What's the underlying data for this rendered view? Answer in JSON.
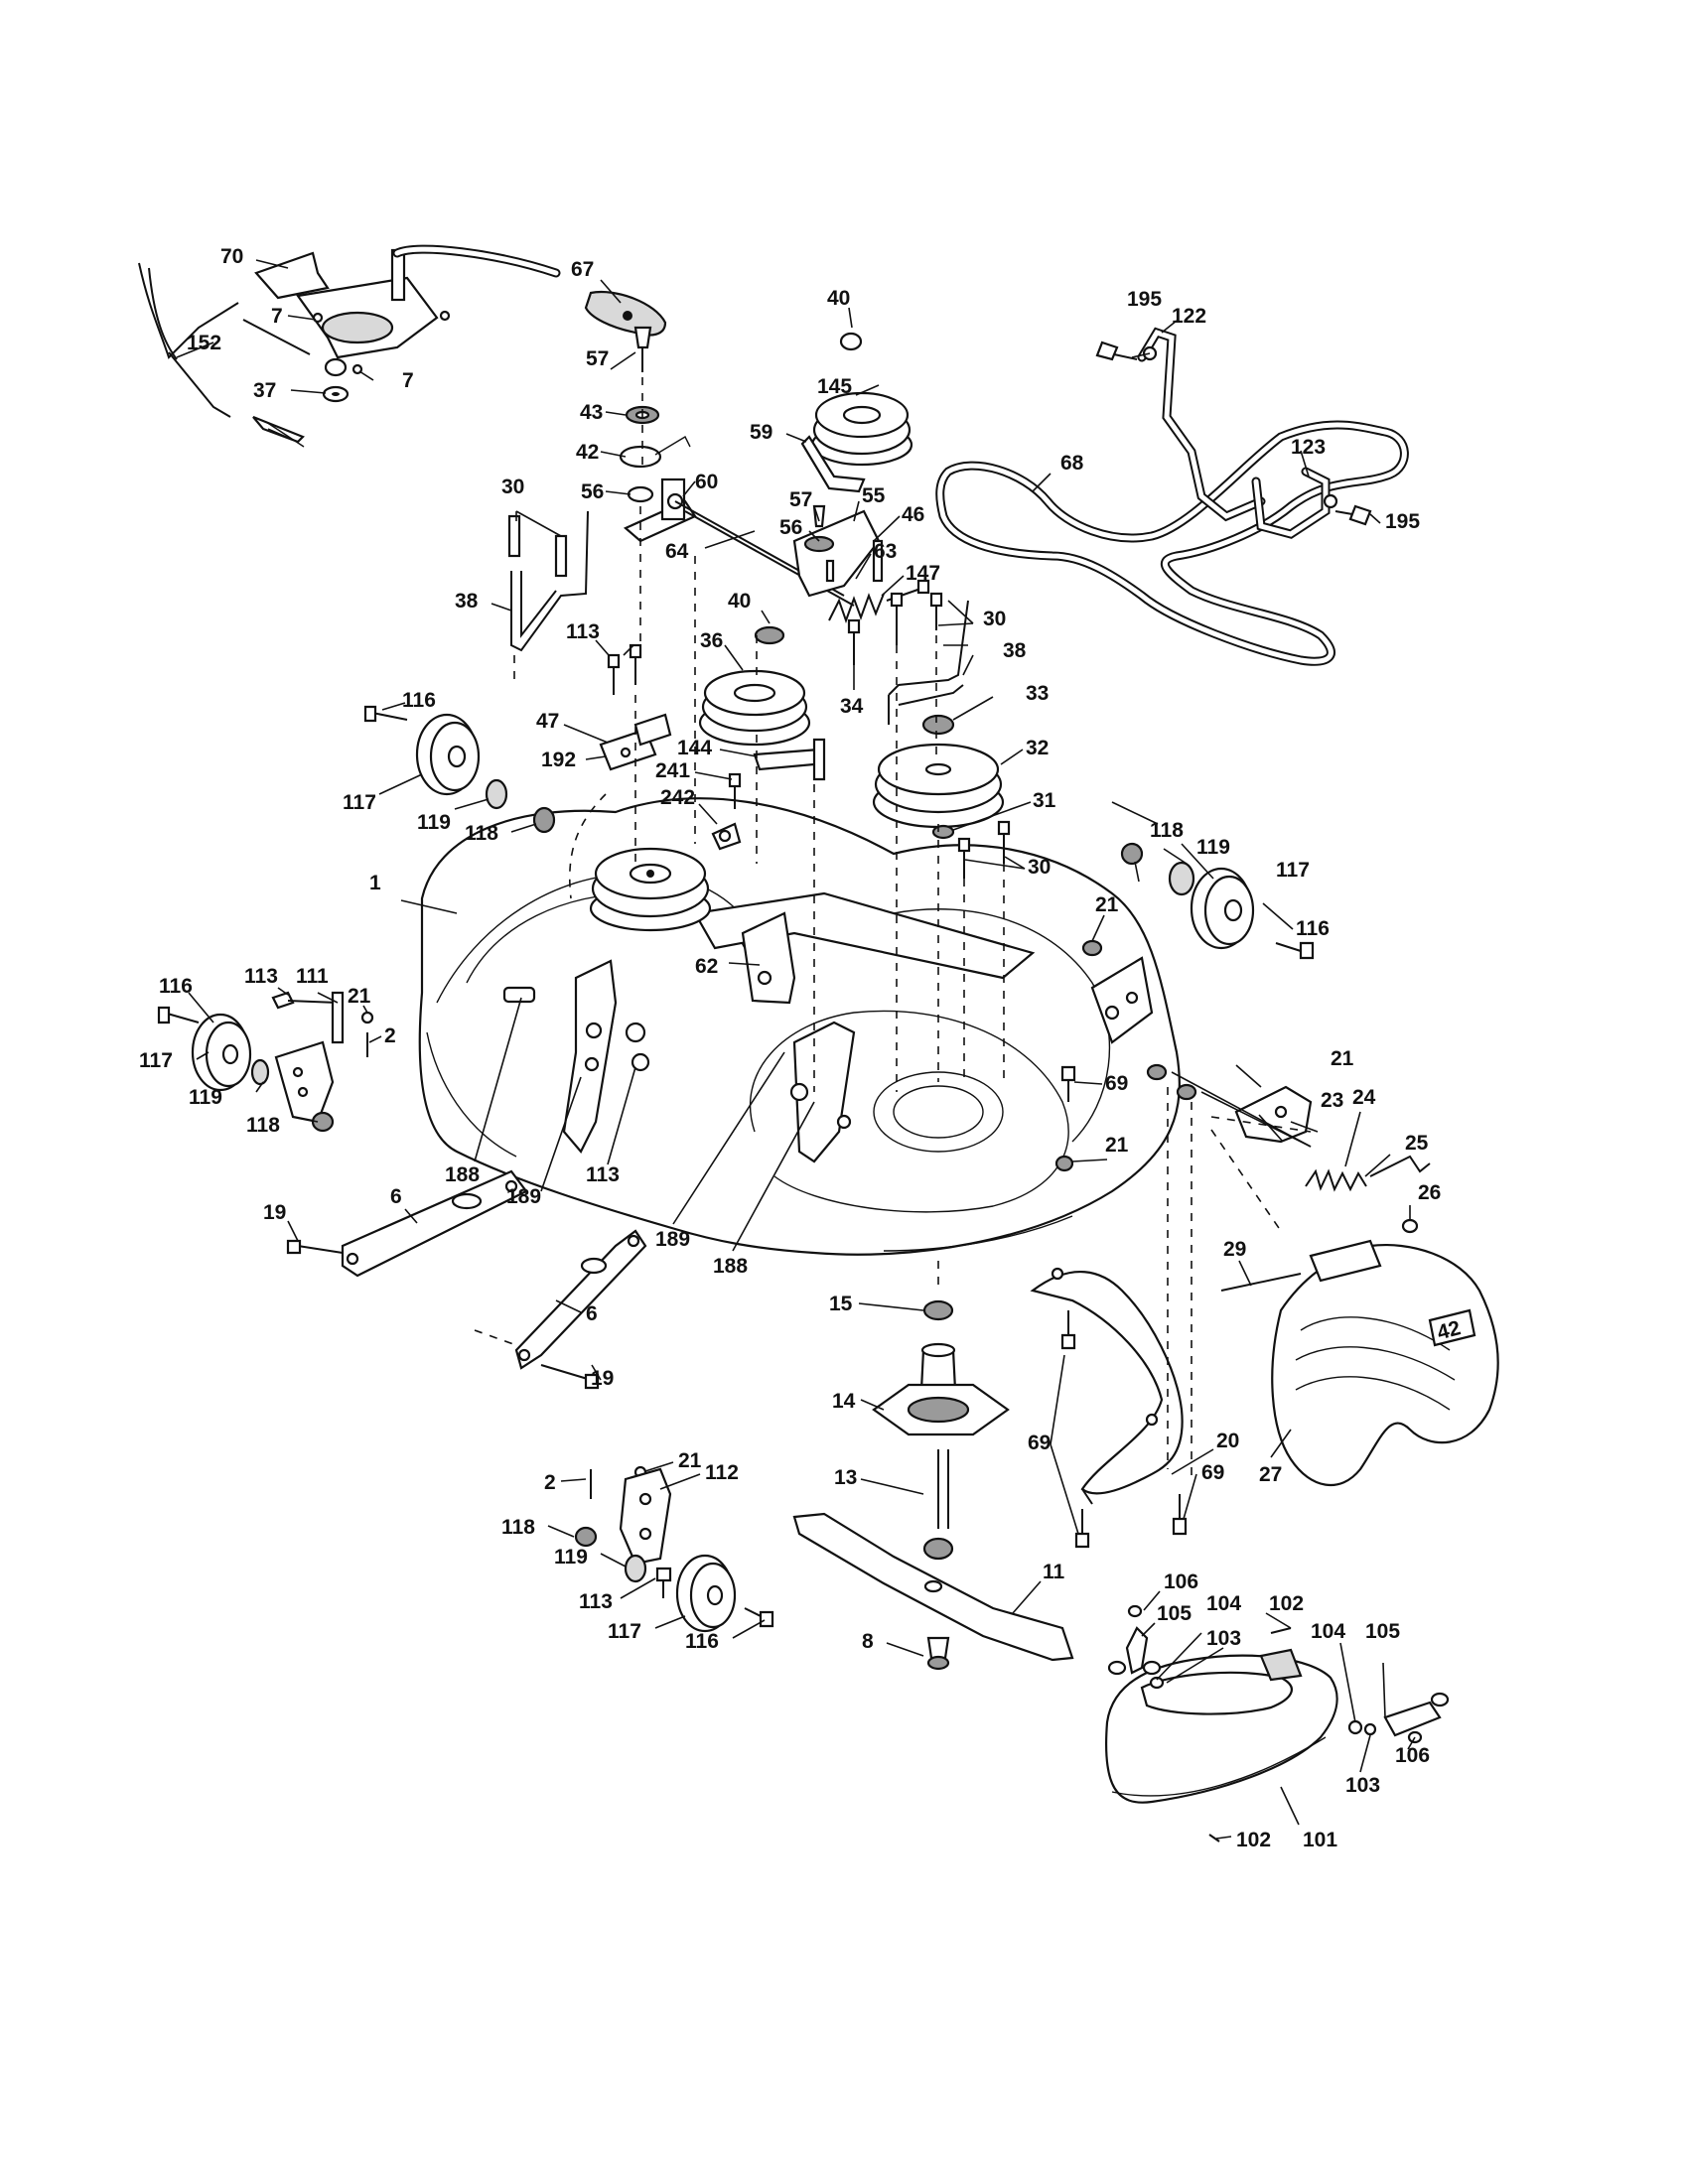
{
  "callouts": [
    {
      "id": "c70",
      "text": "70"
    },
    {
      "id": "c67",
      "text": "67"
    },
    {
      "id": "c7a",
      "text": "7"
    },
    {
      "id": "c7b",
      "text": "7"
    },
    {
      "id": "c152",
      "text": "152"
    },
    {
      "id": "c37",
      "text": "37"
    },
    {
      "id": "c40a",
      "text": "40"
    },
    {
      "id": "c145",
      "text": "145"
    },
    {
      "id": "c57a",
      "text": "57"
    },
    {
      "id": "c43",
      "text": "43"
    },
    {
      "id": "c42",
      "text": "42"
    },
    {
      "id": "c56a",
      "text": "56"
    },
    {
      "id": "c60",
      "text": "60"
    },
    {
      "id": "c59",
      "text": "59"
    },
    {
      "id": "c57b",
      "text": "57"
    },
    {
      "id": "c55",
      "text": "55"
    },
    {
      "id": "c56b",
      "text": "56"
    },
    {
      "id": "c46",
      "text": "46"
    },
    {
      "id": "c64",
      "text": "64"
    },
    {
      "id": "c63",
      "text": "63"
    },
    {
      "id": "c147",
      "text": "147"
    },
    {
      "id": "c30a",
      "text": "30"
    },
    {
      "id": "c38a",
      "text": "38"
    },
    {
      "id": "c113a",
      "text": "113"
    },
    {
      "id": "c40b",
      "text": "40"
    },
    {
      "id": "c36",
      "text": "36"
    },
    {
      "id": "c30b",
      "text": "30"
    },
    {
      "id": "c38b",
      "text": "38"
    },
    {
      "id": "c34",
      "text": "34"
    },
    {
      "id": "c33",
      "text": "33"
    },
    {
      "id": "c116a",
      "text": "116"
    },
    {
      "id": "c47",
      "text": "47"
    },
    {
      "id": "c192",
      "text": "192"
    },
    {
      "id": "c144",
      "text": "144"
    },
    {
      "id": "c32",
      "text": "32"
    },
    {
      "id": "c241",
      "text": "241"
    },
    {
      "id": "c117a",
      "text": "117"
    },
    {
      "id": "c119a",
      "text": "119"
    },
    {
      "id": "c118a",
      "text": "118"
    },
    {
      "id": "c242",
      "text": "242"
    },
    {
      "id": "c31",
      "text": "31"
    },
    {
      "id": "c30c",
      "text": "30"
    },
    {
      "id": "c195a",
      "text": "195"
    },
    {
      "id": "c122",
      "text": "122"
    },
    {
      "id": "c68",
      "text": "68"
    },
    {
      "id": "c123",
      "text": "123"
    },
    {
      "id": "c195b",
      "text": "195"
    },
    {
      "id": "c118b",
      "text": "118"
    },
    {
      "id": "c119b",
      "text": "119"
    },
    {
      "id": "c117b",
      "text": "117"
    },
    {
      "id": "c116b",
      "text": "116"
    },
    {
      "id": "c1",
      "text": "1"
    },
    {
      "id": "c62",
      "text": "62"
    },
    {
      "id": "c21a",
      "text": "21"
    },
    {
      "id": "c116c",
      "text": "116"
    },
    {
      "id": "c113b",
      "text": "113"
    },
    {
      "id": "c111",
      "text": "111"
    },
    {
      "id": "c21b",
      "text": "21"
    },
    {
      "id": "c2a",
      "text": "2"
    },
    {
      "id": "c117c",
      "text": "117"
    },
    {
      "id": "c119c",
      "text": "119"
    },
    {
      "id": "c118c",
      "text": "118"
    },
    {
      "id": "c188a",
      "text": "188"
    },
    {
      "id": "c189a",
      "text": "189"
    },
    {
      "id": "c113c",
      "text": "113"
    },
    {
      "id": "c21c",
      "text": "21"
    },
    {
      "id": "c23",
      "text": "23"
    },
    {
      "id": "c69a",
      "text": "69"
    },
    {
      "id": "c24",
      "text": "24"
    },
    {
      "id": "c21d",
      "text": "21"
    },
    {
      "id": "c25",
      "text": "25"
    },
    {
      "id": "c26",
      "text": "26"
    },
    {
      "id": "c19a",
      "text": "19"
    },
    {
      "id": "c6a",
      "text": "6"
    },
    {
      "id": "c189b",
      "text": "189"
    },
    {
      "id": "c188b",
      "text": "188"
    },
    {
      "id": "c6b",
      "text": "6"
    },
    {
      "id": "c19b",
      "text": "19"
    },
    {
      "id": "c15",
      "text": "15"
    },
    {
      "id": "c29",
      "text": "29"
    },
    {
      "id": "c14",
      "text": "14"
    },
    {
      "id": "c20",
      "text": "20"
    },
    {
      "id": "c69b",
      "text": "69"
    },
    {
      "id": "c69c",
      "text": "69"
    },
    {
      "id": "c27",
      "text": "27"
    },
    {
      "id": "c21e",
      "text": "21"
    },
    {
      "id": "c2b",
      "text": "2"
    },
    {
      "id": "c112",
      "text": "112"
    },
    {
      "id": "c118d",
      "text": "118"
    },
    {
      "id": "c13",
      "text": "13"
    },
    {
      "id": "c119d",
      "text": "119"
    },
    {
      "id": "c113d",
      "text": "113"
    },
    {
      "id": "c117d",
      "text": "117"
    },
    {
      "id": "c116d",
      "text": "116"
    },
    {
      "id": "c11",
      "text": "11"
    },
    {
      "id": "c8",
      "text": "8"
    },
    {
      "id": "c106a",
      "text": "106"
    },
    {
      "id": "c105a",
      "text": "105"
    },
    {
      "id": "c104a",
      "text": "104"
    },
    {
      "id": "c102a",
      "text": "102"
    },
    {
      "id": "c103a",
      "text": "103"
    },
    {
      "id": "c104b",
      "text": "104"
    },
    {
      "id": "c105b",
      "text": "105"
    },
    {
      "id": "c106b",
      "text": "106"
    },
    {
      "id": "c103b",
      "text": "103"
    },
    {
      "id": "c102b",
      "text": "102"
    },
    {
      "id": "c101",
      "text": "101"
    }
  ],
  "deck_badge": "42"
}
